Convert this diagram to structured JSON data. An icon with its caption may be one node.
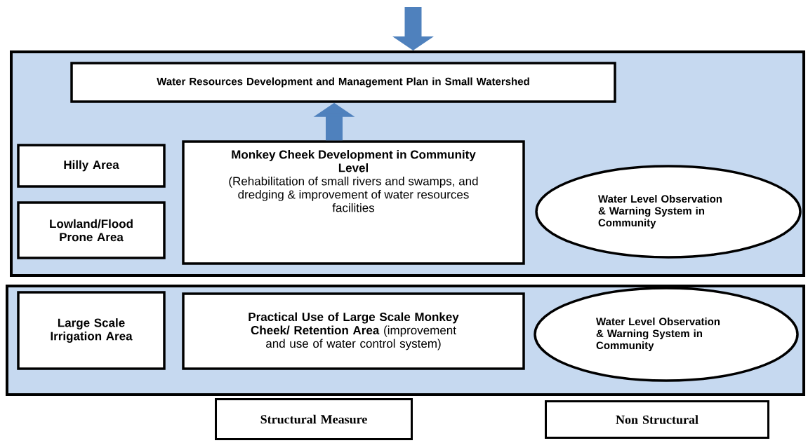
{
  "diagram": {
    "nodes": [
      {
        "text": [],
        "shape": "box"
      },
      {
        "text": [
          "Water Resources Development and Management Plan in Small Watershed"
        ],
        "in": 0
      },
      {
        "text": [
          "Hilly Area"
        ],
        "in": 0
      },
      {
        "text": [
          "Lowland/Flood Prone Area"
        ],
        "in": 0
      },
      {
        "text": [
          "Monkey Cheek Development in Community Level",
          "(Rehabilitation of small rivers and swamps, and dredging & improvement of water resources facilities"
        ],
        "in": 0
      },
      {
        "text": [
          "Water Level Observation & Warning System in Community"
        ],
        "in": 0
      },
      {
        "text": [],
        "shape": "box"
      },
      {
        "text": [
          "Large Scale Irrigation Area"
        ],
        "in": 6
      },
      {
        "text": [
          "**Practical Use of Large Scale Monkey Cheek/ Retention Area** (improvement and use of water control system)"
        ],
        "in": 6
      },
      {
        "text": [
          "Water Level Observation & Warning System in Community"
        ],
        "in": 6
      },
      {
        "text": [
          "Structural Measure"
        ]
      },
      {
        "text": [
          "Non Structural"
        ]
      }
    ],
    "edges": [
      {
        "from": null,
        "to": 0,
        "arrow": "to"
      },
      {
        "from": 4,
        "to": 1,
        "arrow": "to"
      }
    ]
  }
}
